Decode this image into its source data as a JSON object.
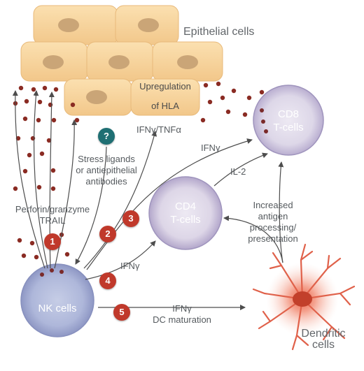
{
  "labels": {
    "epithelial": "Epithelial cells",
    "upregulation_line1": "Upregulation",
    "upregulation_line2": "of HLA",
    "ifng_tnfa": "IFNγ/TNFα",
    "ifng_cd8": "IFNγ",
    "stress_line1": "Stress ligands",
    "stress_line2": "or antiepithelial",
    "stress_line3": "antibodies",
    "il2": "IL-2",
    "increased_line1": "Increased",
    "increased_line2": "antigen",
    "increased_line3": "processing/",
    "increased_line4": "presentation",
    "perforin_line1": "Perforin/granzyme",
    "perforin_line2": "TRAIL",
    "ifng_cd4": "IFNγ",
    "ifng_dc": "IFNγ",
    "dc_maturation": "DC maturation",
    "dendritic_line1": "Dendritic",
    "dendritic_line2": "cells"
  },
  "cells": {
    "cd8_line1": "CD8",
    "cd8_line2": "T-cells",
    "cd4_line1": "CD4",
    "cd4_line2": "T-cells",
    "nk": "NK cells"
  },
  "badges": {
    "b1": "1",
    "b2": "2",
    "b3": "3",
    "b4": "4",
    "b5": "5",
    "question": "?"
  },
  "colors": {
    "epithelial_fill": "#f7d49b",
    "nucleus": "#caa577",
    "granule": "#8a2b23",
    "badge_red": "#c0392b",
    "badge_teal": "#1f6f73",
    "tcell_fill": "#d5d1e3",
    "nk_fill": "#a9b3d6",
    "dendritic": "#e0614a"
  }
}
